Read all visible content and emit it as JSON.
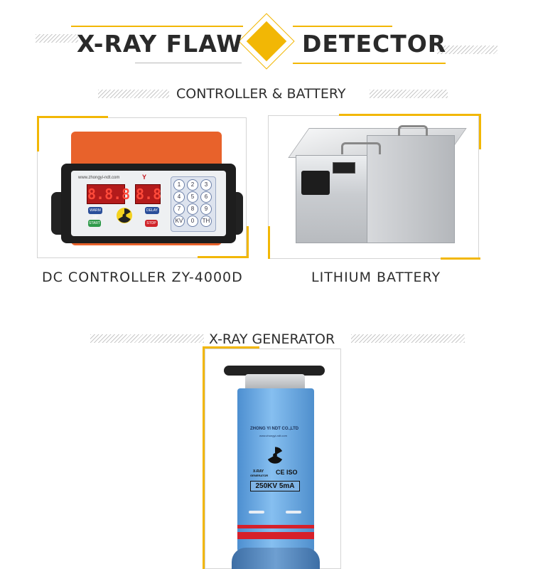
{
  "header": {
    "title_left": "X-RAY FLAW",
    "title_right": "DETECTOR",
    "accent_color": "#f2b705"
  },
  "sections": {
    "controller_battery": {
      "title": "CONTROLLER & BATTERY",
      "items": [
        {
          "caption": "DC CONTROLLER ZY-4000D",
          "device": {
            "website": "www.zhongyi-ndt.com",
            "display_left": "8.8.8",
            "display_right": "8.8",
            "btn_left_top": "WARM UP",
            "btn_right_top": "DELAY",
            "btn_left_bottom": "START",
            "btn_right_bottom": "STOP",
            "keypad": [
              "1",
              "2",
              "3",
              "4",
              "5",
              "6",
              "7",
              "8",
              "9",
              "KV",
              "0",
              "TH"
            ]
          }
        },
        {
          "caption": "LITHIUM BATTERY"
        }
      ]
    },
    "generator": {
      "title": "X-RAY GENERATOR",
      "device": {
        "brand": "ZHONG YI NDT CO.,LTD",
        "website": "www.zhongyi-ndt.com",
        "label_line1": "X-RAY",
        "label_line2": "GENERATOR",
        "certs": "CE ISO",
        "rating": "250KV 5mA"
      }
    }
  }
}
